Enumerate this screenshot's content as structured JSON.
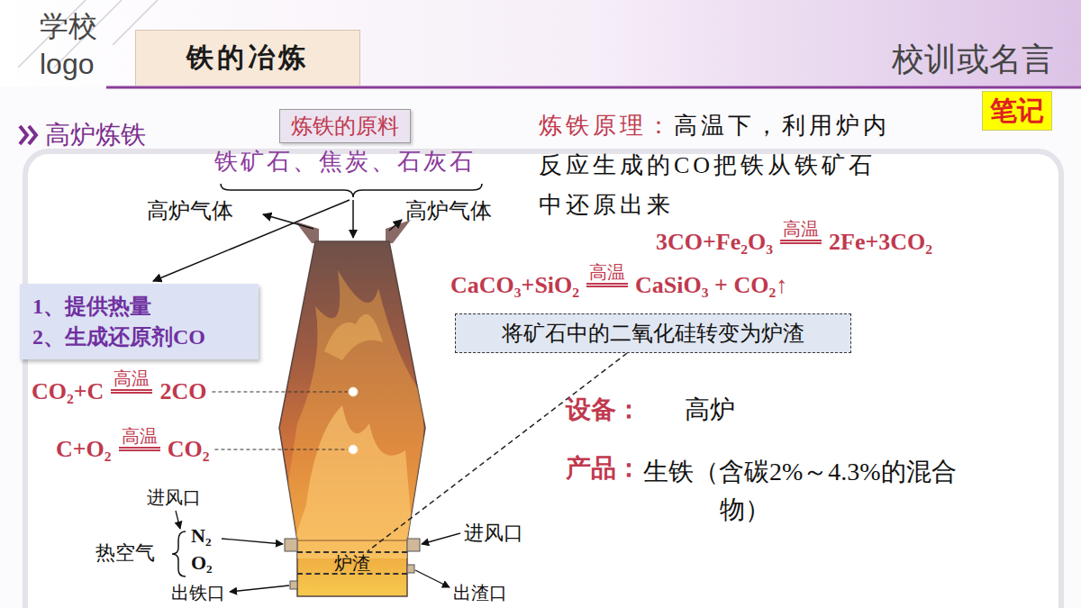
{
  "diagram": {
    "title": "铁的冶炼",
    "nodes": [
      {
        "text": [
          "炼铁的原料"
        ]
      },
      {
        "text": [
          "笔记"
        ]
      },
      {
        "text": [
          "1、提供热量",
          "2、生成还原剂CO"
        ]
      },
      {
        "text": [
          "将矿石中的二氧化硅转变为炉渣"
        ]
      },
      {
        "text": [
          "炉渣"
        ]
      }
    ],
    "edges": [
      {
        "from": 3,
        "to": 4,
        "arrow": "none"
      }
    ],
    "labels": [
      "学校 logo",
      "校训或名言",
      "高炉炼铁",
      "铁矿石、焦炭、石灰石",
      "高炉气体",
      "高炉气体",
      "炼铁原理：",
      "高温下，利用炉内反应生成的CO把铁从铁矿石中还原出来",
      "3CO+Fe₂O₃",
      "高温",
      "2Fe+3CO₂",
      "CaCO₃+SiO₂",
      "高温",
      "CaSiO₃ + CO₂↑",
      "CO₂+C",
      "高温",
      "2CO",
      "C+O₂",
      "高温",
      "CO₂",
      "设备：",
      "高炉",
      "产品：",
      "生铁（含碳2%～4.3%的混合物）",
      "进风口",
      "热空气",
      "N₂",
      "O₂",
      "进风口",
      "出铁口",
      "出渣口"
    ]
  }
}
